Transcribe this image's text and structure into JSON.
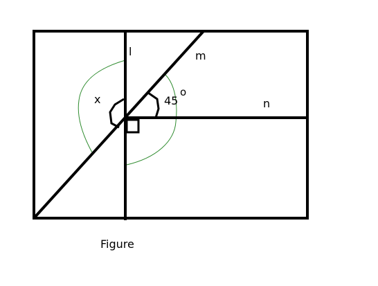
{
  "figure": {
    "labels": {
      "l": "l",
      "m": "m",
      "n": "n",
      "x": "x",
      "angle_value": "45",
      "degree_mark": "o",
      "caption": "Figure"
    },
    "colors": {
      "lines": "#000000",
      "curve": "#2e8b2e",
      "background": "#ffffff"
    }
  }
}
